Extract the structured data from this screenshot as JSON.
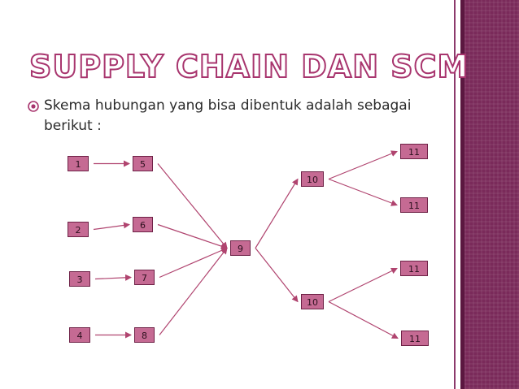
{
  "slide": {
    "title": "SUPPLY CHAIN DAN SCM",
    "bullet_text": "Skema hubungan yang bisa dibentuk adalah sebagai berikut :"
  },
  "diagram": {
    "nodes": [
      {
        "id": "n1",
        "label": "1"
      },
      {
        "id": "n2",
        "label": "2"
      },
      {
        "id": "n3",
        "label": "3"
      },
      {
        "id": "n4",
        "label": "4"
      },
      {
        "id": "n5",
        "label": "5"
      },
      {
        "id": "n6",
        "label": "6"
      },
      {
        "id": "n7",
        "label": "7"
      },
      {
        "id": "n8",
        "label": "8"
      },
      {
        "id": "n9",
        "label": "9"
      },
      {
        "id": "n10a",
        "label": "10"
      },
      {
        "id": "n10b",
        "label": "10"
      },
      {
        "id": "n11a",
        "label": "11"
      },
      {
        "id": "n11b",
        "label": "11"
      },
      {
        "id": "n11c",
        "label": "11"
      },
      {
        "id": "n11d",
        "label": "11"
      }
    ],
    "edges": [
      {
        "from": "n1",
        "to": "n5"
      },
      {
        "from": "n2",
        "to": "n6"
      },
      {
        "from": "n3",
        "to": "n7"
      },
      {
        "from": "n4",
        "to": "n8"
      },
      {
        "from": "n5",
        "to": "n9"
      },
      {
        "from": "n6",
        "to": "n9"
      },
      {
        "from": "n7",
        "to": "n9"
      },
      {
        "from": "n8",
        "to": "n9"
      },
      {
        "from": "n9",
        "to": "n10a"
      },
      {
        "from": "n9",
        "to": "n10b"
      },
      {
        "from": "n10a",
        "to": "n11a"
      },
      {
        "from": "n10a",
        "to": "n11b"
      },
      {
        "from": "n10b",
        "to": "n11c"
      },
      {
        "from": "n10b",
        "to": "n11d"
      }
    ]
  },
  "colors": {
    "accent": "#a8356e",
    "node_fill": "#c56a93",
    "node_border": "#6e2146",
    "arrow": "#b0446f",
    "sidebar": "#7a2a5a"
  }
}
